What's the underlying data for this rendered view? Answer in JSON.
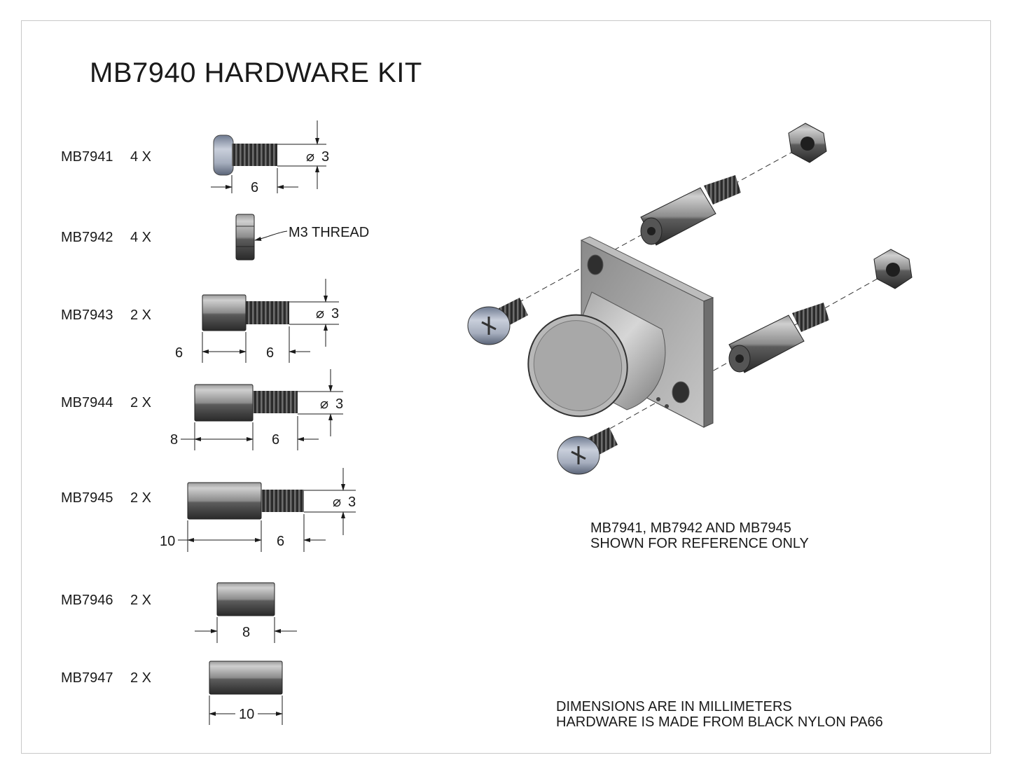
{
  "title": "MB7940 HARDWARE KIT",
  "parts": [
    {
      "id": "MB7941",
      "qty": "4 X",
      "dims": [
        "6"
      ],
      "dia": "3"
    },
    {
      "id": "MB7942",
      "qty": "4 X",
      "callout": "M3 THREAD"
    },
    {
      "id": "MB7943",
      "qty": "2 X",
      "dims": [
        "6",
        "6"
      ],
      "dia": "3"
    },
    {
      "id": "MB7944",
      "qty": "2 X",
      "dims": [
        "8",
        "6"
      ],
      "dia": "3"
    },
    {
      "id": "MB7945",
      "qty": "2 X",
      "dims": [
        "10",
        "6"
      ],
      "dia": "3"
    },
    {
      "id": "MB7946",
      "qty": "2 X",
      "dims": [
        "8"
      ]
    },
    {
      "id": "MB7947",
      "qty": "2 X",
      "dims": [
        "10"
      ]
    }
  ],
  "notes": {
    "reference_line1": "MB7941, MB7942 AND MB7945",
    "reference_line2": "SHOWN FOR REFERENCE ONLY",
    "footer_line1": "DIMENSIONS ARE IN MILLIMETERS",
    "footer_line2": "HARDWARE IS MADE FROM BLACK NYLON PA66"
  },
  "symbols": {
    "diameter": "⌀"
  }
}
